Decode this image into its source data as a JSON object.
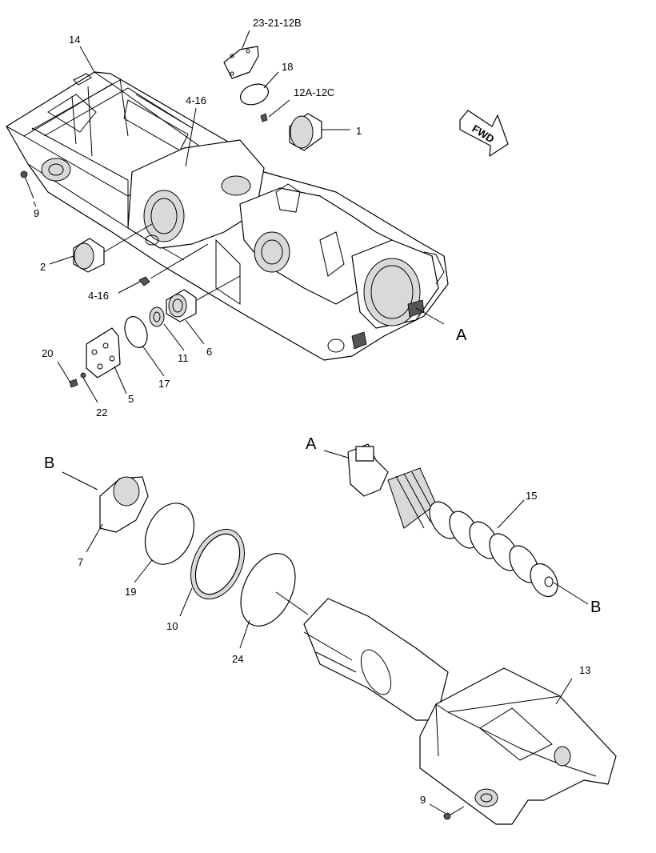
{
  "callouts": {
    "ref_23_21_12b": "23-21-12B",
    "ref_18": "18",
    "ref_12a_12c": "12A-12C",
    "ref_14": "14",
    "ref_4_16_top": "4-16",
    "ref_1": "1",
    "ref_9_top": "9",
    "ref_2": "2",
    "ref_4_16_mid": "4-16",
    "ref_a_top": "A",
    "ref_6": "6",
    "ref_11": "11",
    "ref_17": "17",
    "ref_20": "20",
    "ref_5": "5",
    "ref_22": "22",
    "ref_b_left": "B",
    "ref_7": "7",
    "ref_19": "19",
    "ref_10": "10",
    "ref_24": "24",
    "ref_a_bottom": "A",
    "ref_15": "15",
    "ref_b_right": "B",
    "ref_13": "13",
    "ref_9_bottom": "9"
  },
  "direction_arrow": {
    "label": "FWD",
    "icon": "forward-arrow-icon"
  }
}
